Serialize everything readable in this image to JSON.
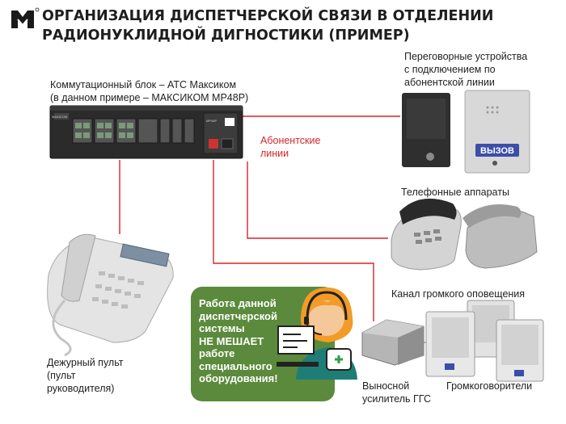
{
  "title": "ОРГАНИЗАЦИЯ ДИСПЕТЧЕРСКОЙ СВЯЗИ В ОТДЕЛЕНИИ РАДИОНУКЛИДНОЙ ДИГНОСТИКИ (ПРИМЕР)",
  "logo": {
    "icon": "maxicom-logo-icon",
    "color": "#1a1a1a"
  },
  "switch": {
    "label": [
      "Коммутационный блок – АТС Максиком",
      "(в данном примере – МАКСИКОМ MP48P)"
    ],
    "panel_text": "MAXICOM",
    "model_text": "MP48P"
  },
  "subscriber_lines": {
    "label": [
      "Абонентские",
      "линии"
    ],
    "color": "#d9242a"
  },
  "intercom": {
    "label": [
      "Переговорные устройства",
      "с подключением по",
      "абонентской линии"
    ],
    "call_text": "ВЫЗОВ"
  },
  "phones": {
    "label": "Телефонные аппараты"
  },
  "duty_console": {
    "label": [
      "Дежурный пульт",
      "(пульт",
      "руководителя)"
    ]
  },
  "pa_channel": {
    "label": "Канал громкого оповещения"
  },
  "amplifier": {
    "label": [
      "Выносной",
      "усилитель ГГС"
    ]
  },
  "speakers": {
    "label": "Громкоговорители"
  },
  "callout": {
    "lines": [
      "Работа данной",
      "диспетчерской",
      "системы",
      "НЕ МЕШАЕТ",
      "работе",
      "специального",
      "оборудования!"
    ],
    "bg_color": "#5b8a3c"
  }
}
